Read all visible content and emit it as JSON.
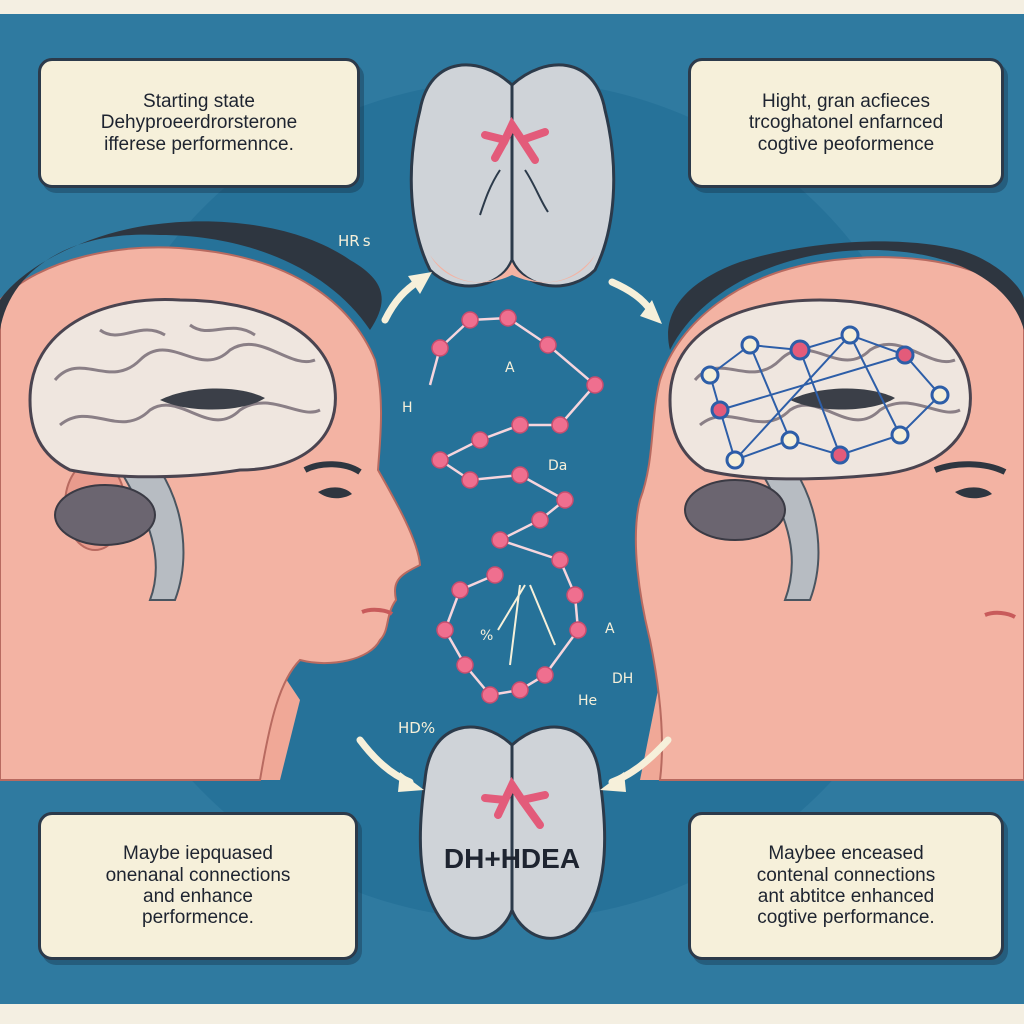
{
  "colors": {
    "background": "#2f7aa0",
    "frame": "#f4efe2",
    "skin": "#f3b3a3",
    "hair": "#2e3640",
    "brain": "#efe6df",
    "gland": "#cfd3d8",
    "molecule_node": "#ef6f8f",
    "card_bg": "#f6f0da"
  },
  "cards": {
    "top_left": {
      "line1": "Starting state",
      "line2": "Dehyproeerdrorsterone",
      "line3": "ifferese performennce."
    },
    "top_right": {
      "line1": "Hight, gran acfieces",
      "line2": "trcoghatonel enfarnced",
      "line3": "cogtive peoformence"
    },
    "bottom_left": {
      "line1": "Maybe iepquased",
      "line2": "onenanal connections",
      "line3": "and enhance",
      "line4": "performence."
    },
    "bottom_right": {
      "line1": "Maybee enceased",
      "line2": "contenal connections",
      "line3": "ant abtitce enhanced",
      "line4": "cogtive performance."
    }
  },
  "labels": {
    "hrs": "HR s",
    "hd": "HD%",
    "gland_label": "DH+HDEA",
    "mol_a1": "A",
    "mol_h": "H",
    "mol_da": "Da",
    "mol_a2": "A",
    "mol_pct": "%",
    "mol_dh": "DH",
    "mol_hc": "He"
  },
  "icons": {
    "arrows": "curved-arrow-icon"
  }
}
